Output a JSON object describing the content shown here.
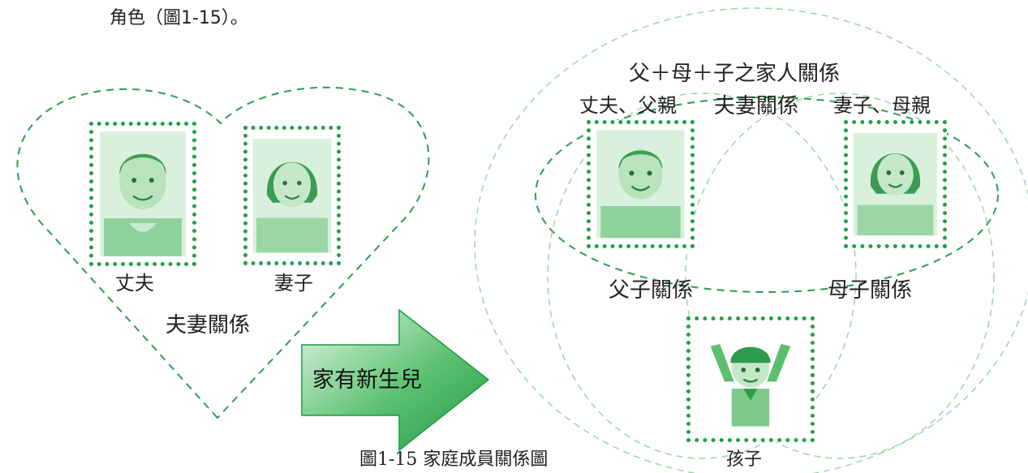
{
  "intro_text": "角色（圖1-15）。",
  "couple": {
    "husband_label": "丈夫",
    "wife_label": "妻子",
    "relation_label": "夫妻關係"
  },
  "arrow_label": "家有新生兒",
  "family": {
    "outer_label": "父＋母＋子之家人關係",
    "husband_father_label": "丈夫、父親",
    "spouse_relation_label": "夫妻關係",
    "wife_mother_label": "妻子、母親",
    "father_child_label": "父子關係",
    "mother_child_label": "母子關係",
    "child_label": "孩子"
  },
  "caption": "圖1-15 家庭成員關係圖",
  "colors": {
    "dash_green": "#2e9b52",
    "frame_green": "#22a04a",
    "photo_green": "#9fd8a6",
    "arrow_light": "#e4f6e6",
    "arrow_mid": "#5cc272",
    "arrow_dark": "#1f9a44"
  },
  "icons": {
    "husband_photo": "man-portrait-icon",
    "wife_photo": "woman-portrait-icon",
    "child_photo": "child-portrait-icon",
    "transition_arrow": "right-arrow-icon"
  }
}
